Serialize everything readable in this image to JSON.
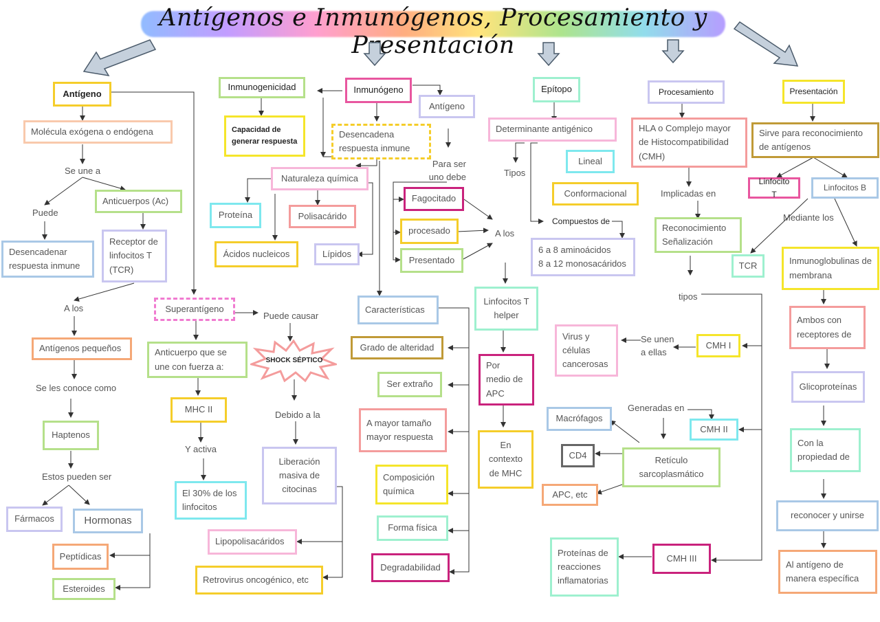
{
  "title": "Antígenos e Inmunógenos, Procesamiento y Presentación",
  "antigeno_col": {
    "head": "Antígeno",
    "molecula": "Molécula exógena o endógena",
    "se_une_a": "Se une a",
    "puede": "Puede",
    "desencadenar": "Desencadenar respuesta inmune",
    "anticuerpos": "Anticuerpos (Ac)",
    "receptor": "Receptor de linfocitos T (TCR)",
    "a_los": "A los",
    "antigenos_pequenos": "Antígenos pequeños",
    "se_les_conoce": "Se les conoce como",
    "haptenos": "Haptenos",
    "estos_pueden": "Estos pueden ser",
    "farmacos": "Fármacos",
    "hormonas": "Hormonas",
    "peptidicas": "Peptídicas",
    "esteroides": "Esteroides"
  },
  "superantigeno_col": {
    "superantigeno": "Superantígeno",
    "puede_causar": "Puede causar",
    "shock": "SHOCK SÉPTICO",
    "anticuerpo_fuerza": "Anticuerpo que se une con fuerza a:",
    "debido": "Debido a la",
    "mhc2": "MHC II",
    "y_activa": "Y activa",
    "liberacion": "Liberación masiva de citocinas",
    "el30": "El 30% de los linfocitos",
    "lipopolisacaridos": "Lipopolisacáridos",
    "retrovirus": "Retrovirus oncogénico, etc"
  },
  "inmunogeno_col": {
    "inmunogenicidad": "Inmunogenicidad",
    "inmunogeno": "Inmunógeno",
    "antigeno": "Antígeno",
    "capacidad": "Capacidad de generar respuesta",
    "desencadena": "Desencadena respuesta inmune",
    "para_ser": "Para ser uno debe",
    "naturaleza": "Naturaleza química",
    "proteina": "Proteína",
    "polisacarido": "Polisacárido",
    "acidos": "Ácidos nucleicos",
    "lipidos": "Lípidos",
    "fagocitado": "Fagocitado",
    "procesado": "procesado",
    "presentado": "Presentado",
    "a_los": "A los",
    "caracteristicas": "Características",
    "grado": "Grado de alteridad",
    "ser_extrano": "Ser extraño",
    "mayor_tamano": "A mayor tamaño mayor respuesta",
    "composicion": "Composición química",
    "forma": "Forma física",
    "degradabilidad": "Degradabilidad",
    "linfocitos_th": "Linfocitos T helper",
    "por_medio": "Por medio de APC",
    "en_contexto": "En contexto de MHC"
  },
  "epitopo_col": {
    "epitopo": "Epítopo",
    "determinante": "Determinante antigénico",
    "tipos": "Tipos",
    "lineal": "Lineal",
    "conformacional": "Conformacional",
    "compuestos": "Compuestos de",
    "amino": "6 a 8 aminoácidos",
    "mono": "8 a 12 monosacáridos"
  },
  "procesamiento_col": {
    "procesamiento": "Procesamiento",
    "hla": "HLA o Complejo mayor de Histocompatibilidad (CMH)",
    "implicadas": "Implicadas en",
    "reconocimiento": "Reconocimiento Señalización",
    "tipos": "tipos",
    "cmh1": "CMH I",
    "se_unen": "Se unen a ellas",
    "virus": "Virus y células cancerosas",
    "generadas": "Generadas en",
    "cmh2": "CMH II",
    "macrofagos": "Macrófagos",
    "cd4": "CD4",
    "reticulo": "Retículo sarcoplasmático",
    "apc": "APC, etc",
    "cmh3": "CMH III",
    "proteinas": "Proteínas de reacciones inflamatorias"
  },
  "presentacion_col": {
    "presentacion": "Presentación",
    "sirve": "Sirve para reconocimiento de antígenos",
    "linfocito_t": "Linfocito T",
    "linfocitos_b": "Linfocitos B",
    "mediante": "Mediante los",
    "tcr": "TCR",
    "inmunoglobulinas": "Inmunoglobulinas de membrana",
    "ambos": "Ambos con receptores de",
    "glicoproteinas": "Glicoproteínas",
    "con_la": "Con la propiedad de",
    "reconocer": "reconocer y unirse",
    "al_antigeno": "Al antígeno de manera específica"
  },
  "colors": {
    "orange": "#f5a877",
    "yellow": "#f5cd2a",
    "green": "#b5e08a",
    "mint": "#9ef0cf",
    "cyan": "#7ee8ee",
    "blue": "#a9c8e6",
    "lavender": "#c9c6f0",
    "pink": "#f7b6d9",
    "magenta": "#e8569f",
    "crimson": "#c9227c",
    "salmon": "#f49c9c",
    "gold": "#c09a37",
    "gray": "#666666"
  }
}
